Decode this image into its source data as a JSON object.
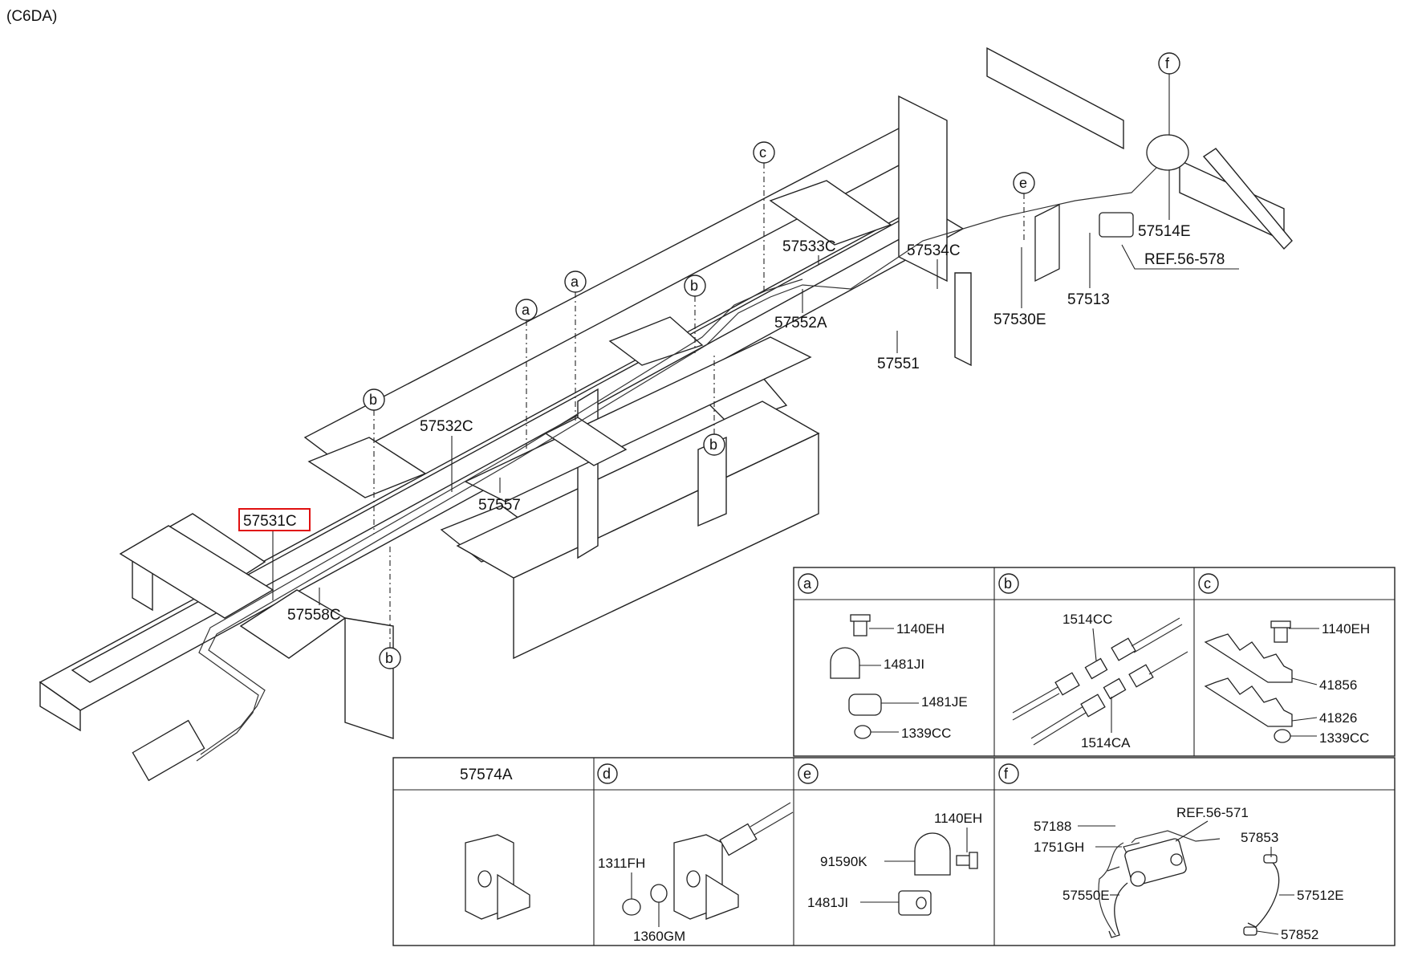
{
  "header": {
    "model_code": "(C6DA)"
  },
  "callouts": {
    "c57531C": "57531C",
    "c57558C": "57558C",
    "c57557": "57557",
    "c57532C": "57532C",
    "c57533C": "57533C",
    "c57534C": "57534C",
    "c57552A": "57552A",
    "c57551": "57551",
    "c57530E": "57530E",
    "c57513": "57513",
    "c57514E": "57514E",
    "ref56578": "REF.56-578"
  },
  "circle_letters": {
    "a": "a",
    "b": "b",
    "c": "c",
    "d": "d",
    "e": "e",
    "f": "f"
  },
  "panels": {
    "a": {
      "letter": "a",
      "parts": [
        "1140EH",
        "1481JI",
        "1481JE",
        "1339CC"
      ]
    },
    "b": {
      "letter": "b",
      "parts": [
        "1514CC",
        "1514CA"
      ]
    },
    "c": {
      "letter": "c",
      "parts": [
        "1140EH",
        "41856",
        "41826",
        "1339CC"
      ]
    },
    "p57574A": {
      "title": "57574A"
    },
    "d": {
      "letter": "d",
      "parts": [
        "1311FH",
        "1360GM"
      ]
    },
    "e": {
      "letter": "e",
      "parts": [
        "1140EH",
        "91590K",
        "1481JI"
      ]
    },
    "f": {
      "letter": "f",
      "parts": [
        "REF.56-571",
        "57188",
        "1751GH",
        "57853",
        "57550E",
        "57512E",
        "57852"
      ]
    }
  },
  "highlight_color": "#e01010"
}
